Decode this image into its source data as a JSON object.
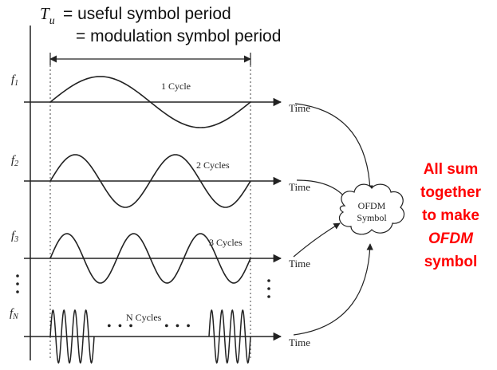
{
  "header": {
    "period_symbol": "T",
    "period_subscript": "u",
    "line1": "= useful symbol period",
    "line2": "= modulation symbol period"
  },
  "rows": [
    {
      "freq_main": "f",
      "freq_sub": "1",
      "cycles_label": "1 Cycle",
      "cycles": 1
    },
    {
      "freq_main": "f",
      "freq_sub": "2",
      "cycles_label": "2 Cycles",
      "cycles": 2
    },
    {
      "freq_main": "f",
      "freq_sub": "3",
      "cycles_label": "3 Cycles",
      "cycles": 3
    },
    {
      "freq_main": "f",
      "freq_sub": "N",
      "cycles_label": "N Cycles",
      "cycles": 4
    }
  ],
  "time_label": "Time",
  "ellipsis_h": "• • •",
  "ofdm_cloud": {
    "line1": "OFDM",
    "line2": "Symbol"
  },
  "red_note": {
    "line1": "All sum",
    "line2": "together",
    "line3": "to make",
    "line4": "OFDM",
    "line5": "symbol"
  },
  "colors": {
    "ink": "#222222",
    "note": "#ff0000"
  }
}
